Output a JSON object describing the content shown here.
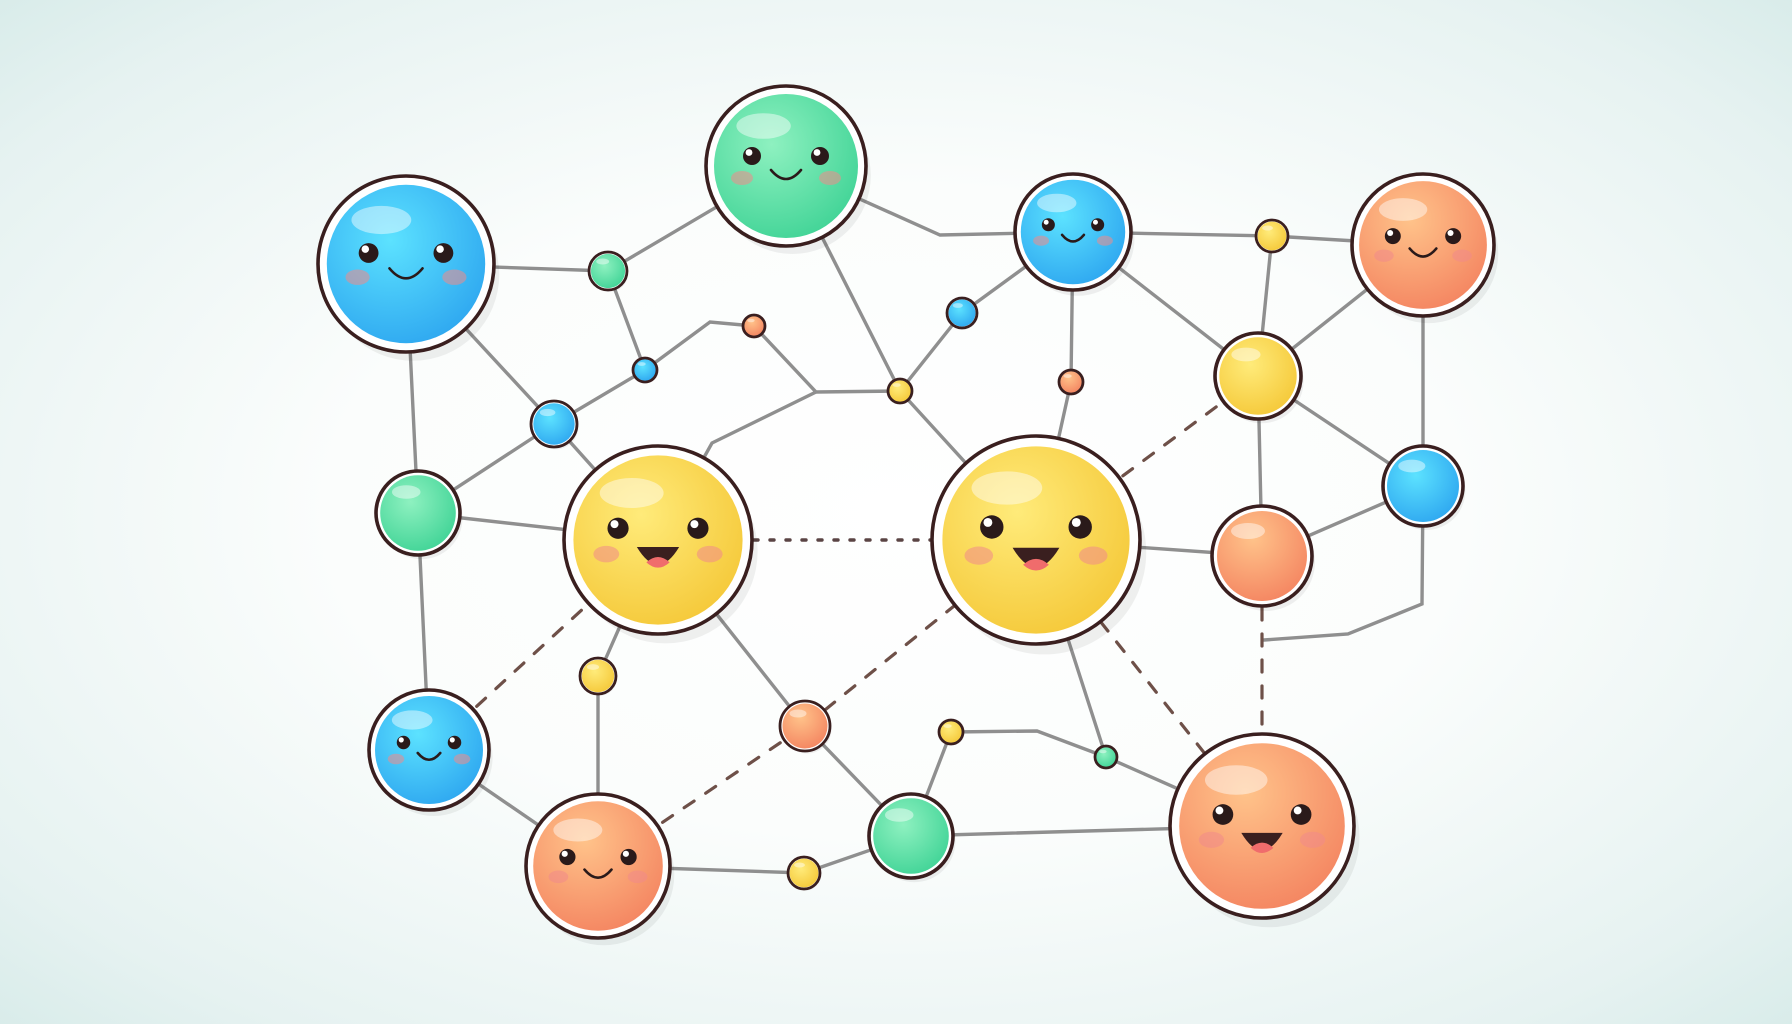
{
  "diagram": {
    "palette": {
      "blue_light": "#5ce2ff",
      "blue_dark": "#2fa8f0",
      "green_light": "#8ef1c0",
      "green_dark": "#42d497",
      "yellow_light": "#ffeb7a",
      "yellow_dark": "#f5c93a",
      "orange_light": "#ffc38a",
      "orange_dark": "#f48561",
      "outline": "#3a1f1f",
      "edge": "#8f8f8f",
      "background": "#eef7f6"
    },
    "node_colors": [
      "blue",
      "green",
      "blue",
      "orange",
      "green",
      "orange",
      "blue",
      "blue",
      "yellow",
      "orange",
      "yellow",
      "yellow",
      "blue",
      "green",
      "yellow",
      "yellow",
      "blue",
      "orange",
      "blue",
      "yellow",
      "orange",
      "orange",
      "yellow",
      "green",
      "yellow",
      "green",
      "orange"
    ],
    "faces": {
      "big_blue_upper_left": "smile",
      "green_top": "smile",
      "blue_top_right": "smile",
      "orange_top_right": "smile",
      "yellow_center": "open-smile",
      "blue_center": "open-smile",
      "blue_lower_left": "smile",
      "orange_bottom_left": "smile",
      "orange_bottom_right": "open-smile"
    },
    "edge_styles": [
      "solid",
      "dashed",
      "dotted"
    ]
  }
}
